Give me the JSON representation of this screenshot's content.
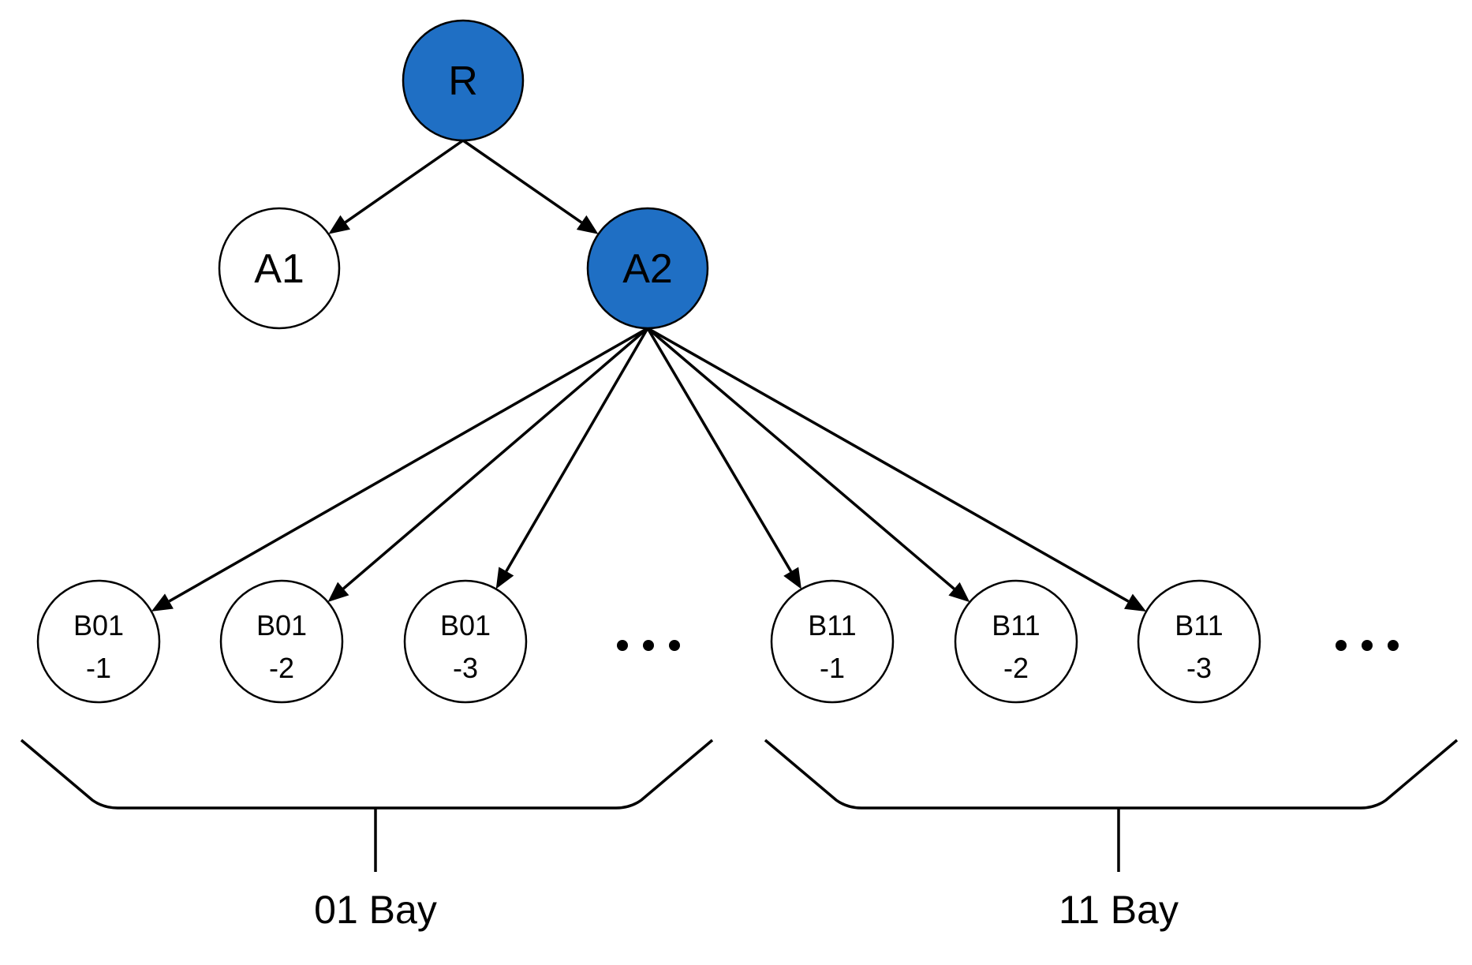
{
  "colors": {
    "highlight_fill": "#1f6fc4",
    "normal_fill": "#ffffff",
    "stroke": "#000000"
  },
  "nodes": [
    {
      "id": "R",
      "lines": [
        "R"
      ],
      "highlighted": true,
      "level": "root"
    },
    {
      "id": "A1",
      "lines": [
        "A1"
      ],
      "highlighted": false,
      "level": "area"
    },
    {
      "id": "A2",
      "lines": [
        "A2"
      ],
      "highlighted": true,
      "level": "area"
    },
    {
      "id": "B01-1",
      "lines": [
        "B01",
        "-1"
      ],
      "highlighted": false,
      "level": "bay"
    },
    {
      "id": "B01-2",
      "lines": [
        "B01",
        "-2"
      ],
      "highlighted": false,
      "level": "bay"
    },
    {
      "id": "B01-3",
      "lines": [
        "B01",
        "-3"
      ],
      "highlighted": false,
      "level": "bay"
    },
    {
      "id": "B11-1",
      "lines": [
        "B11",
        "-1"
      ],
      "highlighted": false,
      "level": "bay"
    },
    {
      "id": "B11-2",
      "lines": [
        "B11",
        "-2"
      ],
      "highlighted": false,
      "level": "bay"
    },
    {
      "id": "B11-3",
      "lines": [
        "B11",
        "-3"
      ],
      "highlighted": false,
      "level": "bay"
    }
  ],
  "edges": [
    {
      "from": "R",
      "to": "A1"
    },
    {
      "from": "R",
      "to": "A2"
    },
    {
      "from": "A2",
      "to": "B01-1"
    },
    {
      "from": "A2",
      "to": "B01-2"
    },
    {
      "from": "A2",
      "to": "B01-3"
    },
    {
      "from": "A2",
      "to": "B11-1"
    },
    {
      "from": "A2",
      "to": "B11-2"
    },
    {
      "from": "A2",
      "to": "B11-3"
    }
  ],
  "groups": [
    {
      "id": "01",
      "label": "01 Bay"
    },
    {
      "id": "11",
      "label": "11 Bay"
    }
  ],
  "ellipses": [
    "after-B01",
    "after-B11"
  ]
}
